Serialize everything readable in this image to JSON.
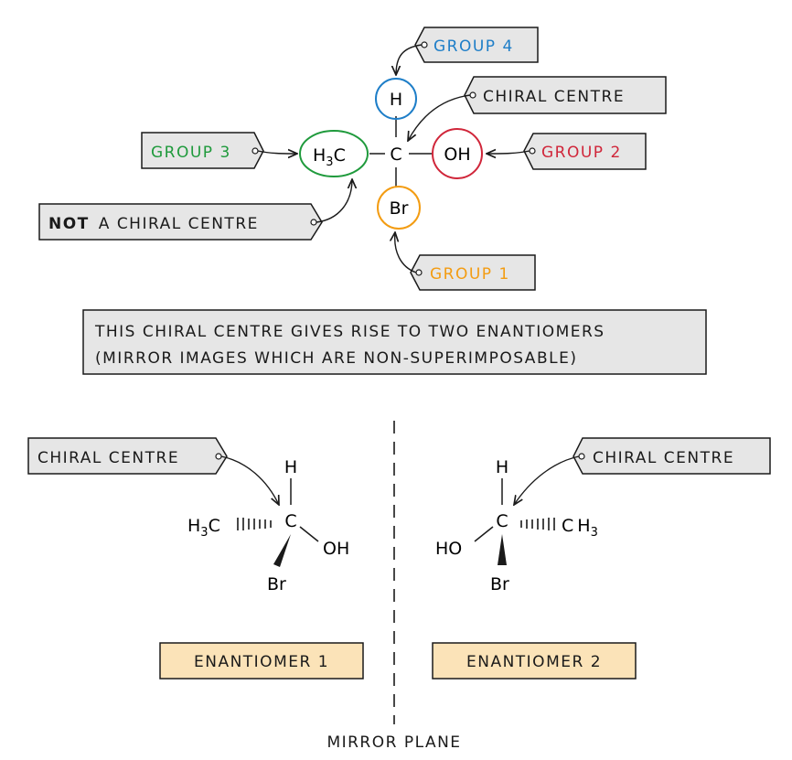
{
  "labels": {
    "group4": "GROUP 4",
    "chiral_centre_top": "CHIRAL CENTRE",
    "group3": "GROUP 3",
    "group2": "GROUP 2",
    "not_bold": "NOT",
    "not_rest": "A CHIRAL CENTRE",
    "group1": "GROUP 1",
    "chiral_centre_left": "CHIRAL CENTRE",
    "chiral_centre_right": "CHIRAL CENTRE",
    "enantiomer1": "ENANTIOMER 1",
    "enantiomer2": "ENANTIOMER 2",
    "mirror_plane": "MIRROR PLANE"
  },
  "info_box": {
    "line1": "THIS CHIRAL CENTRE GIVES RISE TO TWO ENANTIOMERS",
    "line2": "(MIRROR IMAGES WHICH ARE NON-SUPERIMPOSABLE)"
  },
  "molecule": {
    "H": "H",
    "C": "C",
    "OH": "OH",
    "Br": "Br",
    "H3C_main": "H",
    "H3C_sub": "3",
    "H3C_tail": "C"
  },
  "enantiomer1_atoms": {
    "H": "H",
    "C": "C",
    "OH": "OH",
    "Br": "Br",
    "H3C_main": "H",
    "H3C_sub": "3",
    "H3C_tail": "C"
  },
  "enantiomer2_atoms": {
    "H": "H",
    "C": "C",
    "HO": "HO",
    "Br": "Br",
    "CH3_main": "C",
    "CH3_tail": "H",
    "CH3_sub": "3"
  },
  "colors": {
    "group1": "#f39c12",
    "group2": "#d0263a",
    "group3": "#1f9a3c",
    "group4": "#1e7ec8",
    "label_box": "#e6e6e6",
    "enantiomer_box": "#fbe3b8"
  }
}
